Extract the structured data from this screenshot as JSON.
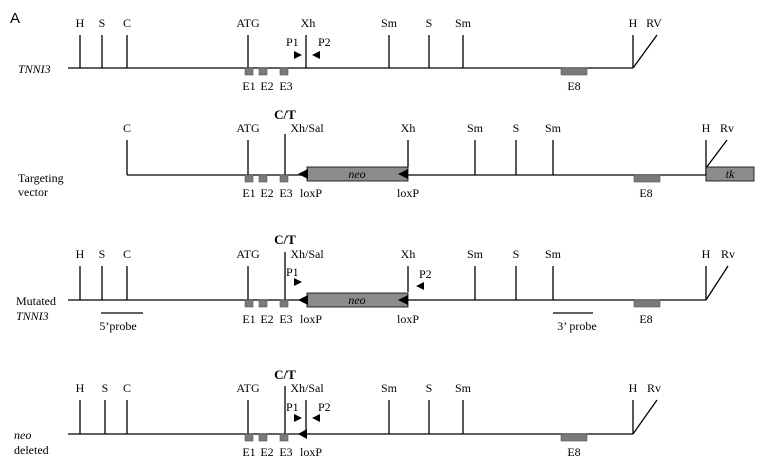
{
  "panel_label": "A",
  "rows": {
    "r1": {
      "name": "TNNI3",
      "sites": {
        "h": "H",
        "s": "S",
        "c": "C",
        "atg": "ATG",
        "xh": "Xh",
        "sm1": "Sm",
        "s2": "S",
        "sm2": "Sm",
        "h2": "H",
        "rv": "RV"
      },
      "primers": {
        "p1": "P1",
        "p2": "P2"
      },
      "exons": {
        "e1": "E1",
        "e2": "E2",
        "e3": "E3",
        "e8": "E8"
      }
    },
    "r2": {
      "name_line1": "Targeting",
      "name_line2": "vector",
      "sites": {
        "c": "C",
        "atg": "ATG",
        "ct": "C/T",
        "xhsal": "Xh/Sal",
        "xh": "Xh",
        "sm1": "Sm",
        "s": "S",
        "sm2": "Sm",
        "h": "H",
        "rv": "Rv"
      },
      "neo": "neo",
      "tk": "tk",
      "loxp1": "loxP",
      "loxp2": "loxP",
      "exons": {
        "e1": "E1",
        "e2": "E2",
        "e3": "E3",
        "e8": "E8"
      }
    },
    "r3": {
      "name_line1": "Mutated",
      "name_line2": "TNNI3",
      "sites": {
        "h": "H",
        "s": "S",
        "c": "C",
        "atg": "ATG",
        "ct": "C/T",
        "xhsal": "Xh/Sal",
        "xh": "Xh",
        "sm1": "Sm",
        "s2": "S",
        "sm2": "Sm",
        "h2": "H",
        "rv": "Rv"
      },
      "primers": {
        "p1": "P1",
        "p2": "P2"
      },
      "neo": "neo",
      "loxp1": "loxP",
      "loxp2": "loxP",
      "probe5": "5’probe",
      "probe3": "3’ probe",
      "exons": {
        "e1": "E1",
        "e2": "E2",
        "e3": "E3",
        "e8": "E8"
      }
    },
    "r4": {
      "name_line1": "neo",
      "name_line2": "deleted",
      "sites": {
        "h": "H",
        "s": "S",
        "c": "C",
        "atg": "ATG",
        "ct": "C/T",
        "xhsal": "Xh/Sal",
        "sm1": "Sm",
        "s2": "S",
        "sm2": "Sm",
        "h2": "H",
        "rv": "Rv"
      },
      "primers": {
        "p1": "P1",
        "p2": "P2"
      },
      "loxp": "loxP",
      "exons": {
        "e1": "E1",
        "e2": "E2",
        "e3": "E3",
        "e8": "E8"
      }
    }
  },
  "colors": {
    "exon": "#7a7a7a",
    "cassette": "#8c8c8c",
    "line": "#000000"
  }
}
